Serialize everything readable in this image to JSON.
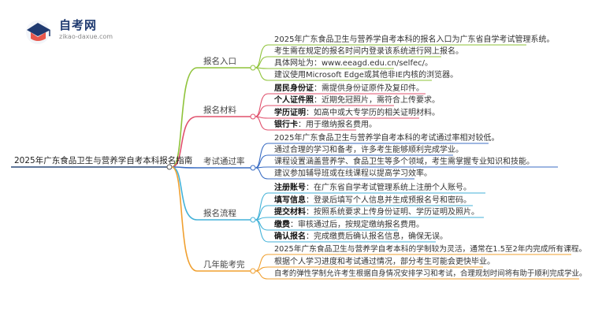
{
  "logo": {
    "title": "自考网",
    "url": "zikao-daxue.com"
  },
  "root": "2025年广东食品卫生与营养学自考本科报名指南",
  "branches": [
    {
      "label": "报名入口",
      "color": "#8fc33a",
      "items": [
        {
          "text": "2025年广东食品卫生与营养学自考本科的报名入口为广东省自学考试管理系统。"
        },
        {
          "text": "考生需在规定的报名时间内登录该系统进行网上报名。"
        },
        {
          "text": "具体网址为：www.eeagd.edu.cn/selfec/。"
        },
        {
          "text": "建议使用Microsoft Edge或其他非IE内核的浏览器。"
        }
      ]
    },
    {
      "label": "报名材料",
      "color": "#e0506c",
      "items": [
        {
          "bold": "居民身份证",
          "text": "：需提供身份证原件及复印件。"
        },
        {
          "bold": "个人证件照",
          "text": "：近期免冠照片，需符合上传要求。"
        },
        {
          "bold": "学历证明",
          "text": "：如高中或大专学历的相关证明材料。"
        },
        {
          "bold": "银行卡",
          "text": "：用于缴纳报名费用。"
        }
      ]
    },
    {
      "label": "考试通过率",
      "color": "#3b6ec4",
      "items": [
        {
          "text": "2025年广东食品卫生与营养学自考本科的考试通过率相对较低。"
        },
        {
          "text": "通过合理的学习和备考，许多考生能够顺利完成学业。"
        },
        {
          "text": "课程设置涵盖营养学、食品卫生等多个领域，考生需掌握专业知识和技能。"
        },
        {
          "text": "建议参加辅导班或在线课程以提高学习效率。"
        }
      ]
    },
    {
      "label": "报名流程",
      "color": "#43b2d8",
      "items": [
        {
          "bold": "注册账号",
          "text": "：在广东省自学考试管理系统上注册个人账号。"
        },
        {
          "bold": "填写信息",
          "text": "：登录后填写个人信息并生成预报名号和密码。"
        },
        {
          "bold": "提交材料",
          "text": "：按照系统要求上传身份证明、学历证明及照片。"
        },
        {
          "bold": "缴费",
          "text": "：审核通过后，按规定缴纳报名费用。"
        },
        {
          "bold": "确认报名",
          "text": "：完成缴费后确认报名信息，确保无误。"
        }
      ]
    },
    {
      "label": "几年能考完",
      "color": "#f0a030",
      "items": [
        {
          "text": "2025年广东食品卫生与营养学自考本科的学制较为灵活，通常在1.5至2年内完成所有课程。"
        },
        {
          "text": "根据个人学习进度和考试通过情况，部分考生可能会更快毕业。"
        },
        {
          "text": "自考的弹性学制允许考生根据自身情况安排学习和考试，合理规划时间将有助于顺利完成学业。"
        }
      ]
    }
  ]
}
